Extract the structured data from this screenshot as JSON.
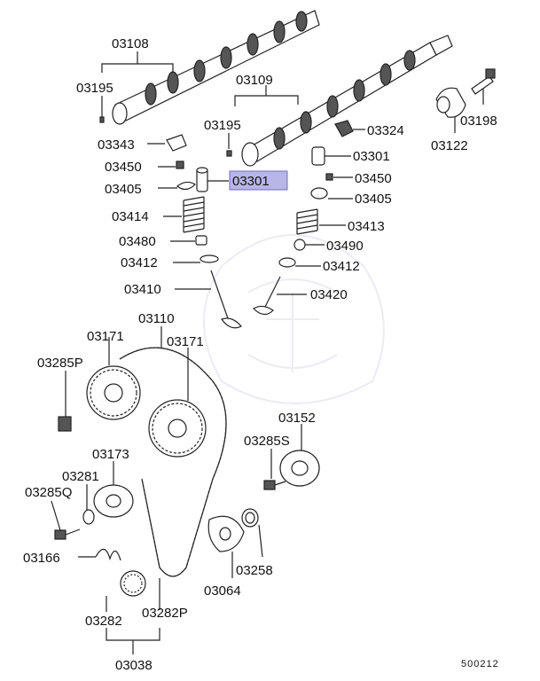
{
  "diagram": {
    "labels": {
      "l03108": "03108",
      "l03195a": "03195",
      "l03109": "03109",
      "l03195b": "03195",
      "l03343": "03343",
      "l03450a": "03450",
      "l03405a": "03405",
      "l03301hl": "03301",
      "l03324": "03324",
      "l03301": "03301",
      "l03450b": "03450",
      "l03405b": "03405",
      "l03198": "03198",
      "l03122": "03122",
      "l03414": "03414",
      "l03413": "03413",
      "l03480": "03480",
      "l03490": "03490",
      "l03412a": "03412",
      "l03412b": "03412",
      "l03410": "03410",
      "l03420": "03420",
      "l03110": "03110",
      "l03171a": "03171",
      "l03171b": "03171",
      "l03285P": "03285P",
      "l03152": "03152",
      "l03285S": "03285S",
      "l03173": "03173",
      "l03281": "03281",
      "l03285Q": "03285Q",
      "l03166": "03166",
      "l03258": "03258",
      "l03064": "03064",
      "l03282": "03282",
      "l03282P": "03282P",
      "l03038": "03038"
    },
    "highlight_color": "#b7b6e6",
    "diagram_code": "500212"
  }
}
